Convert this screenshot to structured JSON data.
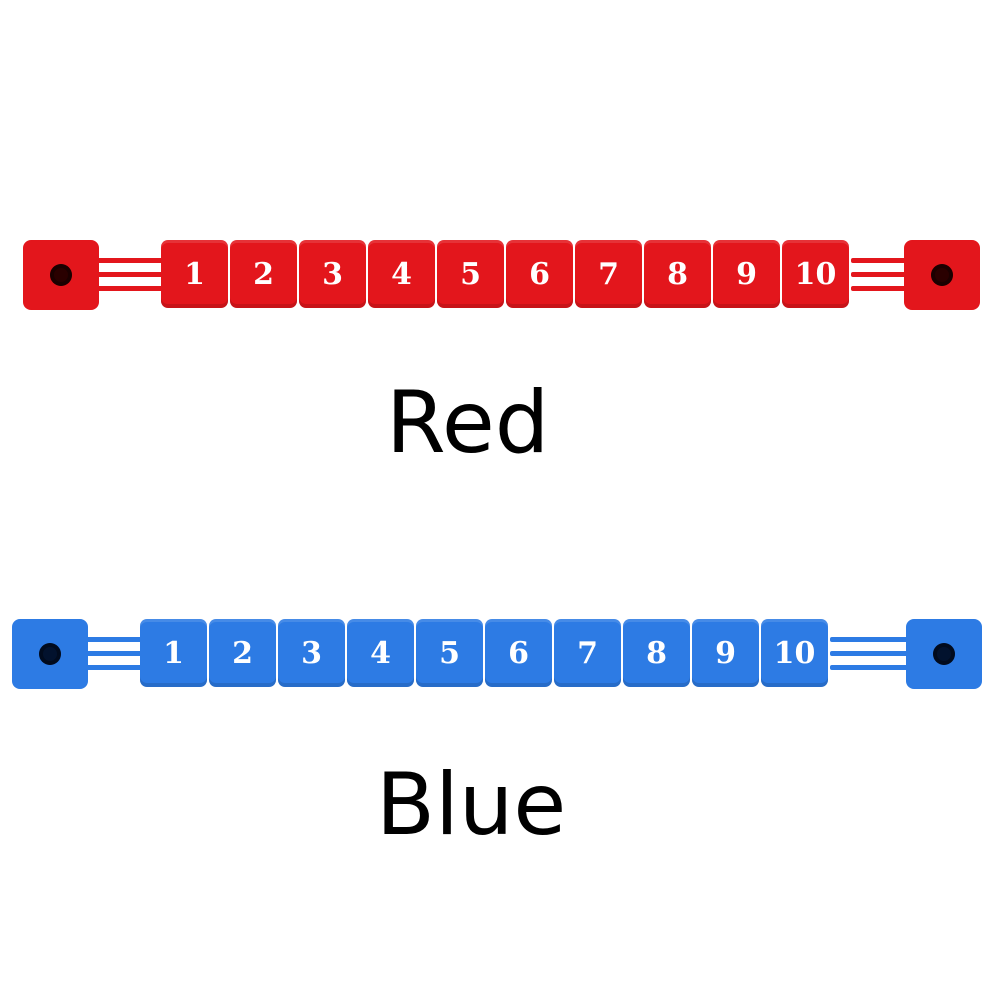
{
  "counters": [
    {
      "id": "red",
      "label": "Red",
      "color": "#e3161c",
      "dice": [
        "1",
        "2",
        "3",
        "4",
        "5",
        "6",
        "7",
        "8",
        "9",
        "10"
      ]
    },
    {
      "id": "blue",
      "label": "Blue",
      "color": "#2d7be4",
      "dice": [
        "1",
        "2",
        "3",
        "4",
        "5",
        "6",
        "7",
        "8",
        "9",
        "10"
      ]
    }
  ]
}
